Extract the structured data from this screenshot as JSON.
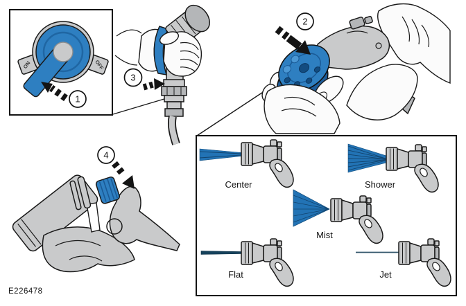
{
  "figure": {
    "code": "E226478"
  },
  "steps": [
    {
      "number": "1"
    },
    {
      "number": "2"
    },
    {
      "number": "3"
    },
    {
      "number": "4"
    }
  ],
  "valve": {
    "on": "ON",
    "off": "OFF"
  },
  "spray_patterns": [
    {
      "label": "Center"
    },
    {
      "label": "Shower"
    },
    {
      "label": "Mist"
    },
    {
      "label": "Flat"
    },
    {
      "label": "Jet"
    }
  ],
  "colors": {
    "accent_blue": "#2E7FC1",
    "accent_blue_dark": "#1D5D9B",
    "spray_blue": "#2273B5",
    "part_gray": "#C9CACB",
    "outline": "#1A1A1A"
  }
}
